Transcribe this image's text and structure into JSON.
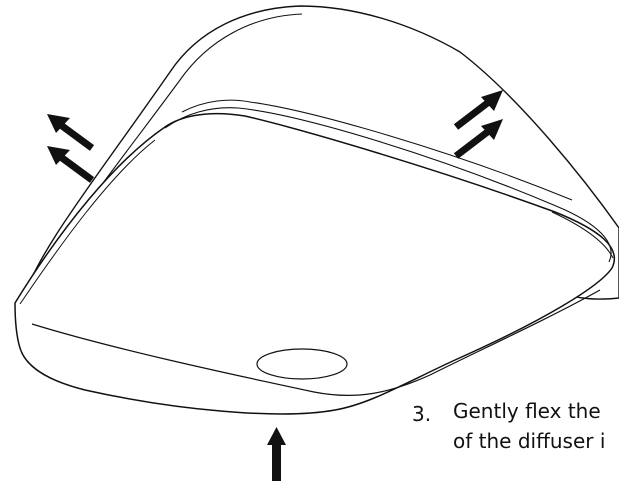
{
  "step": {
    "number": "3.",
    "line1": "Gently flex the",
    "line2": "of the diffuser i"
  },
  "colors": {
    "stroke": "#111111",
    "arrow": "#111111",
    "background": "#ffffff"
  }
}
